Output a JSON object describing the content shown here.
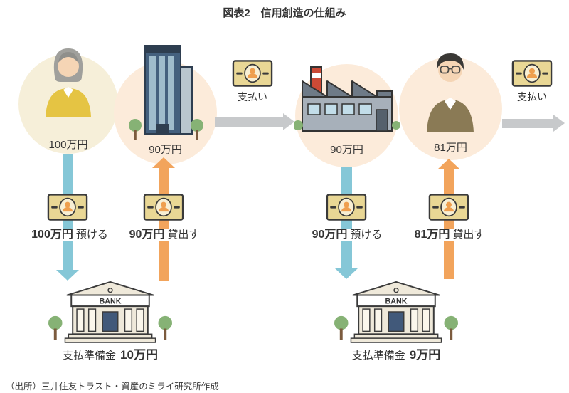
{
  "title": "図表2　信用創造の仕組み",
  "source": "（出所）三井住友トラスト・資産のミライ研究所作成",
  "nodes": [
    {
      "icon": "woman-icon",
      "amount": "100万円"
    },
    {
      "icon": "office-building-icon",
      "amount": "90万円"
    },
    {
      "icon": "factory-icon",
      "amount": "90万円"
    },
    {
      "icon": "man-icon",
      "amount": "81万円"
    }
  ],
  "payments": [
    {
      "label": "支払い"
    },
    {
      "label": "支払い"
    }
  ],
  "flows": [
    {
      "amount": "100万円",
      "action": "預ける"
    },
    {
      "amount": "90万円",
      "action": "貸出す"
    },
    {
      "amount": "90万円",
      "action": "預ける"
    },
    {
      "amount": "81万円",
      "action": "貸出す"
    }
  ],
  "banks": [
    {
      "sign": "BANK",
      "reserve_label": "支払準備金",
      "reserve_amount": "10万円"
    },
    {
      "sign": "BANK",
      "reserve_label": "支払準備金",
      "reserve_amount": "9万円"
    }
  ],
  "colors": {
    "circle_cream": "#f6efd9",
    "circle_peach": "#fcebda",
    "deposit_arrow": "#85c7d7",
    "loan_arrow": "#f2a45c",
    "payment_arrow": "#c7c9cb",
    "text": "#333333"
  }
}
